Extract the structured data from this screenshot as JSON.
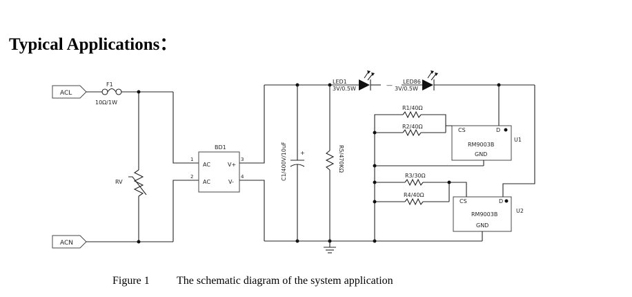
{
  "heading": "Typical Applications：",
  "caption": {
    "figure_label": "Figure 1",
    "text": "The schematic diagram of the system application"
  },
  "schematic": {
    "acl_label": "ACL",
    "acn_label": "ACN",
    "fuse": {
      "ref": "F1",
      "value": "10Ω/1W"
    },
    "varistor": {
      "ref": "RV"
    },
    "bridge": {
      "ref": "BD1",
      "ac1": "AC",
      "ac2": "AC",
      "vplus": "V+",
      "vminus": "V-",
      "pin1": "1",
      "pin2": "2",
      "pin3": "3",
      "pin4": "4"
    },
    "capacitor": {
      "label": "C1/400V/10uF",
      "polarity": "+"
    },
    "bleeder": {
      "label": "R5/470KΩ"
    },
    "led_first": {
      "ref": "LED1",
      "value": "3V/0.5W"
    },
    "led_last": {
      "ref": "LED86",
      "value": "3V/0.5W"
    },
    "led_dash": "—",
    "r1": "R1/40Ω",
    "r2": "R2/40Ω",
    "r3": "R3/30Ω",
    "r4": "R4/40Ω",
    "u1": {
      "ref": "U1",
      "part": "RM9003B",
      "cs": "CS",
      "d": "D",
      "gnd": "GND"
    },
    "u2": {
      "ref": "U2",
      "part": "RM9003B",
      "cs": "CS",
      "d": "D",
      "gnd": "GND"
    }
  }
}
